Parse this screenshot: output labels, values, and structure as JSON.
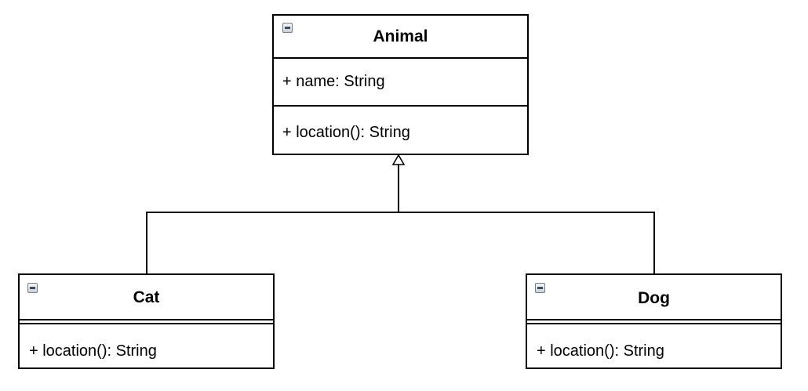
{
  "diagram": {
    "classes": [
      {
        "id": "animal",
        "name": "Animal",
        "attributes": [
          "+ name: String"
        ],
        "operations": [
          "+ location(): String"
        ]
      },
      {
        "id": "cat",
        "name": "Cat",
        "attributes": [],
        "operations": [
          "+ location(): String"
        ]
      },
      {
        "id": "dog",
        "name": "Dog",
        "attributes": [],
        "operations": [
          "+ location(): String"
        ]
      }
    ],
    "relationships": [
      {
        "type": "generalization",
        "from": "Cat",
        "to": "Animal"
      },
      {
        "type": "generalization",
        "from": "Dog",
        "to": "Animal"
      }
    ],
    "colors": {
      "line": "#000000",
      "box_fill": "#ffffff"
    },
    "icons": {
      "collapse": "collapse-minus-icon"
    }
  }
}
